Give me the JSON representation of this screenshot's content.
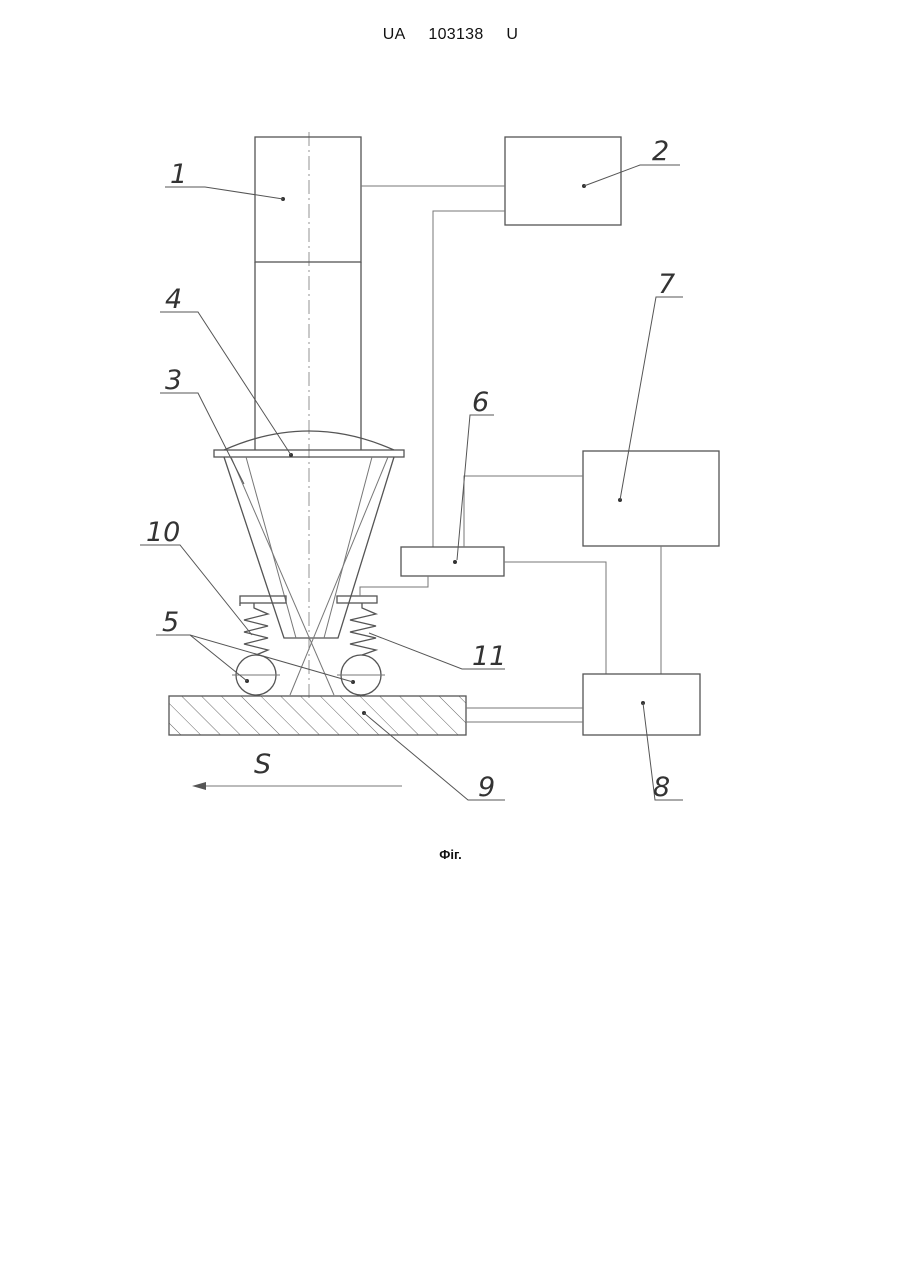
{
  "header": {
    "country": "UA",
    "number": "103138",
    "kind": "U"
  },
  "figure": {
    "caption": "Фіг.",
    "references": [
      "1",
      "2",
      "3",
      "4",
      "5",
      "6",
      "7",
      "8",
      "9",
      "10",
      "11"
    ],
    "direction_label": "S"
  },
  "colors": {
    "line": "#555555",
    "text": "#333333",
    "background": "#ffffff"
  }
}
